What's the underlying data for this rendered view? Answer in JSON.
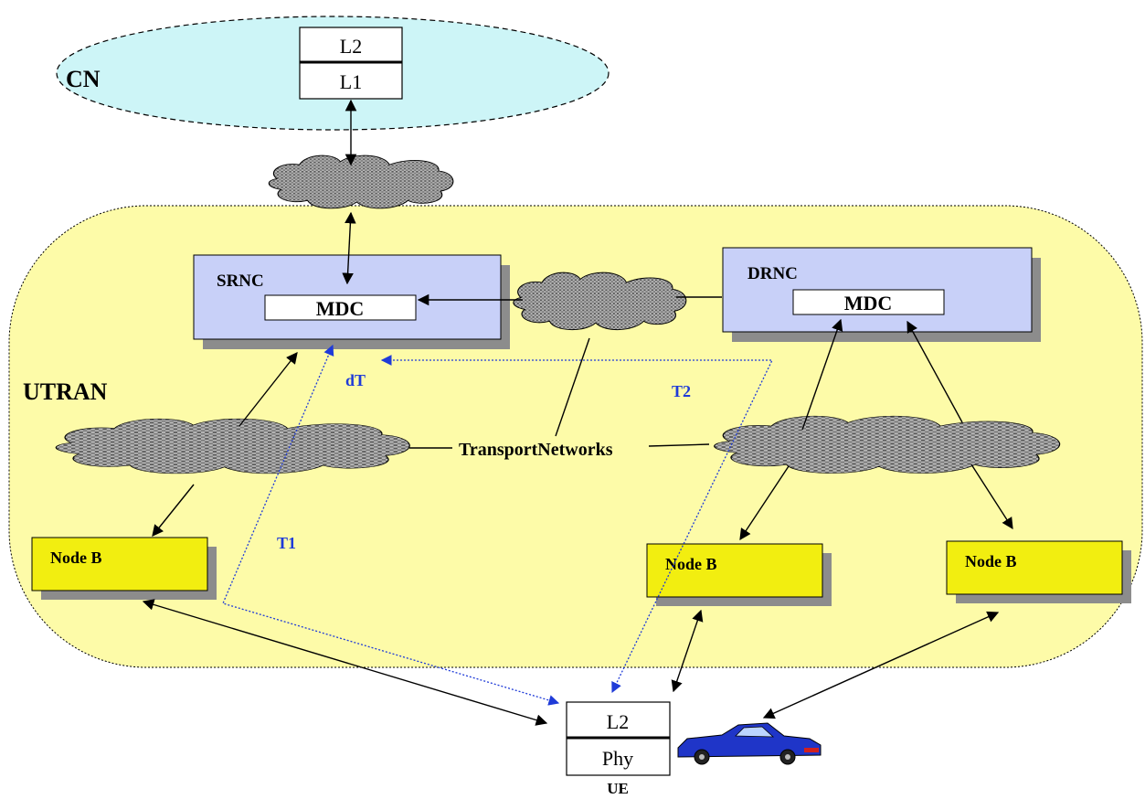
{
  "diagram": {
    "core_network": {
      "label": "CN",
      "stack": {
        "top": "L2",
        "bottom": "L1"
      }
    },
    "utran": {
      "label": "UTRAN"
    },
    "srnc": {
      "label": "SRNC",
      "entity": "MDC"
    },
    "drnc": {
      "label": "DRNC",
      "entity": "MDC"
    },
    "transport_networks_label": "TransportNetworks",
    "node_b": [
      {
        "label": "Node B"
      },
      {
        "label": "Node B"
      },
      {
        "label": "Node B"
      }
    ],
    "timing": {
      "t1": "T1",
      "t2": "T2",
      "dt": "dT"
    },
    "ue": {
      "label": "UE",
      "stack": {
        "top": "L2",
        "bottom": "Phy"
      }
    }
  },
  "colors": {
    "cn_fill": "#cdf5f7",
    "utran_fill": "#fdfba8",
    "rnc_fill": "#c8d0f8",
    "node_b_fill": "#f2ee10",
    "shadow": "#8c8c8c",
    "timing_blue": "#1f3bd8",
    "car_blue": "#1f35c8"
  }
}
